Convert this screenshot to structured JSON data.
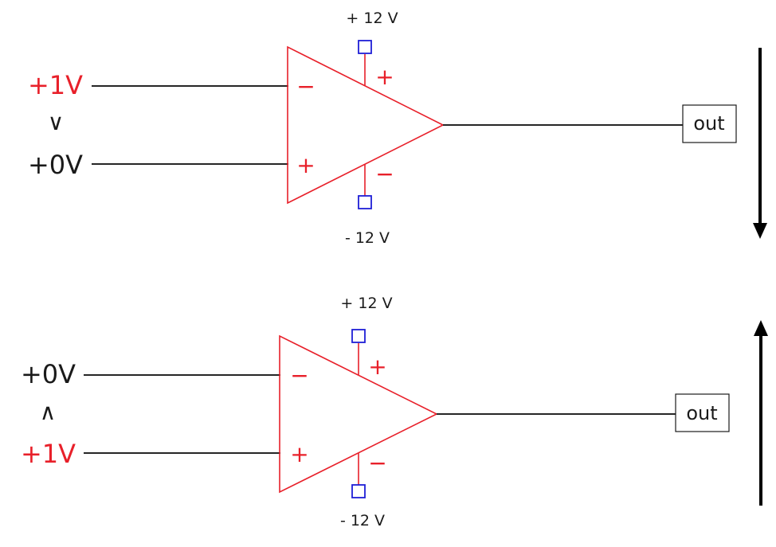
{
  "circuits": [
    {
      "inverting_input": "+1V",
      "noninverting_input": "+0V",
      "comparison": "∨",
      "supply_positive": "+ 12 V",
      "supply_negative": "- 12 V",
      "pin_sign_inverting": "−",
      "pin_sign_noninverting": "+",
      "supply_sign_positive": "+",
      "supply_sign_negative": "−",
      "output_label": "out",
      "output_direction": "down"
    },
    {
      "inverting_input": "+0V",
      "noninverting_input": "+1V",
      "comparison": "∧",
      "supply_positive": "+ 12 V",
      "supply_negative": "- 12 V",
      "pin_sign_inverting": "−",
      "pin_sign_noninverting": "+",
      "supply_sign_positive": "+",
      "supply_sign_negative": "−",
      "output_label": "out",
      "output_direction": "up"
    }
  ],
  "colors": {
    "highlight": "#e8202a",
    "amplifier": "#e8202a",
    "supply_pin": "#1f1fd6",
    "wire": "#262626"
  }
}
